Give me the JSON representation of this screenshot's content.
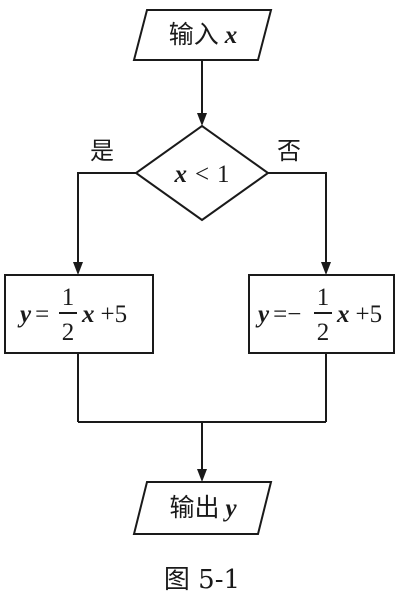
{
  "input_node": {
    "label": "输入",
    "var": "x"
  },
  "decision": {
    "var": "x",
    "op": "<",
    "value": "1"
  },
  "branches": {
    "yes": "是",
    "no": "否"
  },
  "left_process": {
    "lhs": "y",
    "eq": "=",
    "sign": "",
    "num": "1",
    "den": "2",
    "var": "x",
    "plus": "+",
    "const": "5"
  },
  "right_process": {
    "lhs": "y",
    "eq": "=",
    "sign": "−",
    "num": "1",
    "den": "2",
    "var": "x",
    "plus": "+",
    "const": "5"
  },
  "output_node": {
    "label": "输出",
    "var": "y"
  },
  "caption": "图 5-1"
}
